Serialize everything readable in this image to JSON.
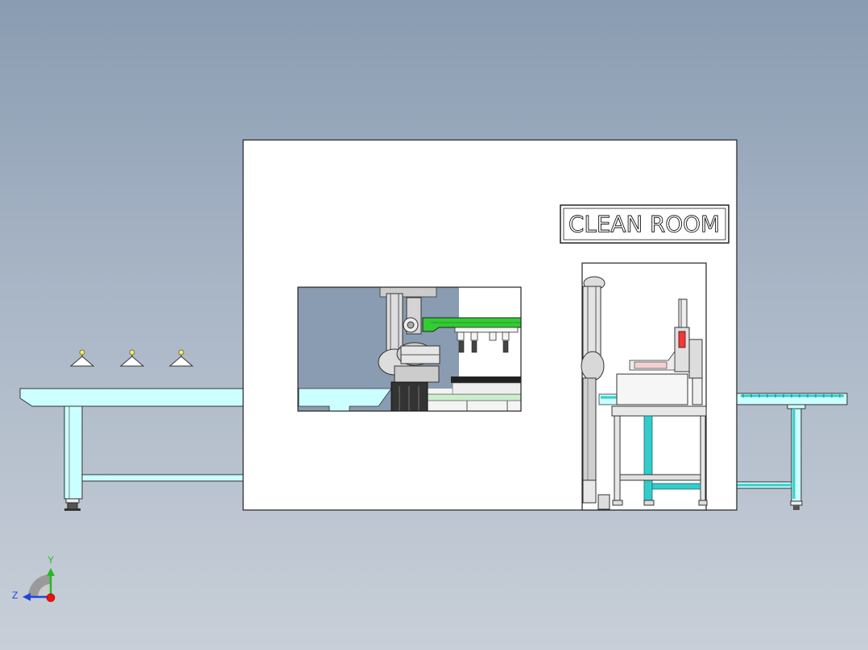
{
  "scene": {
    "sign": {
      "text": "CLEAN ROOM"
    },
    "triad": {
      "y_label": "Y",
      "z_label": "Z"
    }
  },
  "colors": {
    "background_top": "#8a9cb2",
    "background_bottom": "#c8cfd8",
    "conveyor_fill": "#ccffff",
    "roller_accent": "#33cccc",
    "gripper_arm": "#33cc33",
    "sensor_red": "#ff3333",
    "enclosure": "#ffffff",
    "outline": "#222222"
  },
  "icons": [
    "ceiling-lamp-icon",
    "coordinate-triad-icon",
    "robot-arm-icon",
    "conveyor-icon"
  ]
}
